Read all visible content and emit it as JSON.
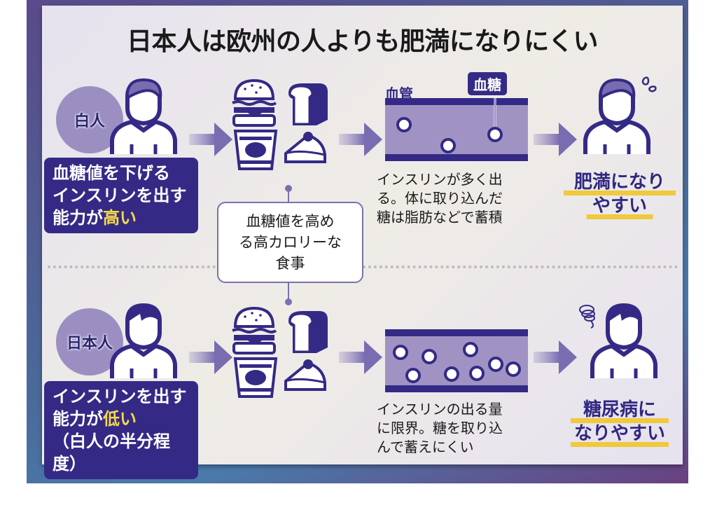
{
  "title": "日本人は欧州の人よりも肥満になりにくい",
  "center_box": {
    "lines": [
      "血糖値を高め",
      "る高カロリーな",
      "食事"
    ]
  },
  "rows": [
    {
      "id": "caucasian",
      "group_label": "白人",
      "desc_lines": [
        "血糖値を下げる",
        "インスリンを出す"
      ],
      "desc_last_prefix": "能力が",
      "desc_highlight": "高い",
      "desc_extra": "",
      "vessel_label": "血管",
      "blood_sugar_tag": "血糖",
      "glucose_count": 3,
      "caption_lines": [
        "インスリンが多く出",
        "る。体に取り込んだ",
        "糖は脂肪などで蓄積"
      ],
      "outcome_lines": [
        "肥満になり",
        "やすい"
      ],
      "emotion_icon": "sweat-drops-icon"
    },
    {
      "id": "japanese",
      "group_label": "日本人",
      "desc_lines": [
        "インスリンを出す"
      ],
      "desc_last_prefix": "能力が",
      "desc_highlight": "低い",
      "desc_extra": "（白人の半分程度）",
      "vessel_label": "",
      "blood_sugar_tag": "",
      "glucose_count": 8,
      "caption_lines": [
        "インスリンの出る量",
        "に限界。糖を取り込",
        "んで蓄えにくい"
      ],
      "outcome_lines": [
        "糖尿病に",
        "なりやすい"
      ],
      "emotion_icon": "dizzy-swirl-icon"
    }
  ],
  "food_icons": [
    "hamburger-icon",
    "bread-icon",
    "drink-cup-icon",
    "cake-slice-icon"
  ],
  "colors": {
    "navy": "#342a85",
    "lavender": "#9b8fc2",
    "vessel_fill": "#a093c4",
    "highlight_yellow": "#f5d84a",
    "underline_yellow": "#f0c93c"
  }
}
